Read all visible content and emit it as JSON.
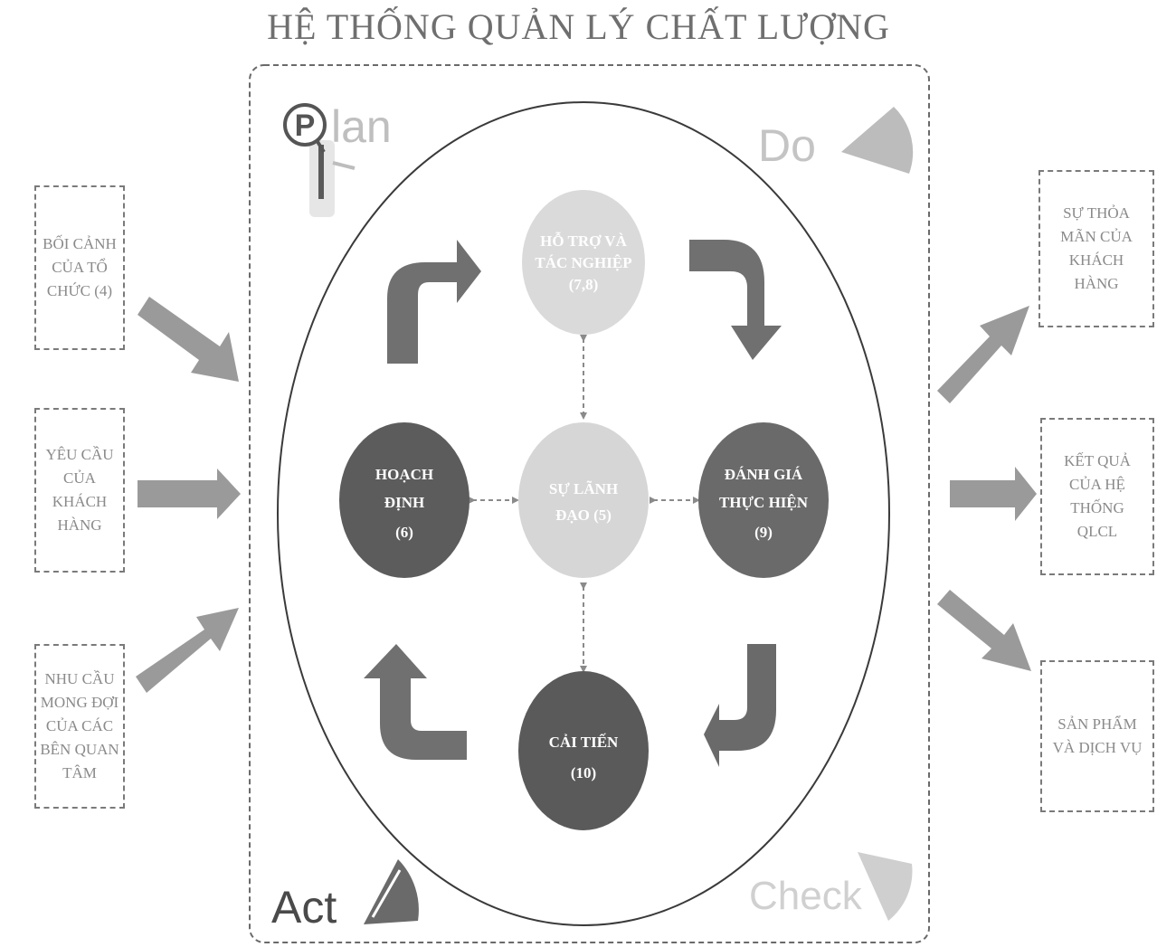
{
  "title": "HỆ THỐNG QUẢN LÝ CHẤT LƯỢNG",
  "inputs": [
    {
      "text": "BỐI CẢNH\nCỦA TỔ\nCHỨC (4)"
    },
    {
      "text": "YÊU CẦU\nCỦA\nKHÁCH\nHÀNG"
    },
    {
      "text": "NHU CẦU\nMONG ĐỢI\nCỦA CÁC\nBÊN QUAN\nTÂM"
    }
  ],
  "outputs": [
    {
      "text": "SỰ THỎA\nMÃN CỦA\nKHÁCH\nHÀNG"
    },
    {
      "text": "KẾT QUẢ\nCỦA HỆ\nTHỐNG\nQLCL"
    },
    {
      "text": "SẢN PHẨM\nVÀ DỊCH VỤ"
    }
  ],
  "phases": {
    "plan_letter": "P",
    "plan_rest": "lan",
    "do": "Do",
    "check": "Check",
    "act": "Act"
  },
  "nodes": {
    "support": [
      "HỖ TRỢ VÀ",
      "TÁC NGHIỆP",
      "(7,8)"
    ],
    "planning": [
      "HOẠCH",
      "ĐỊNH",
      "(6)"
    ],
    "leadership": [
      "SỰ LÃNH",
      "ĐẠO (5)"
    ],
    "evaluation": [
      "ĐÁNH GIÁ",
      "THỰC HIỆN",
      "(9)"
    ],
    "improvement": [
      "CẢI TIẾN",
      "(10)"
    ]
  },
  "colors": {
    "dark_node": "#5a5a5a",
    "light_node": "#d8d8d8",
    "arrow": "#6e6e6e",
    "wide_arrow": "#9a9a9a",
    "phase_text": "#c8c8c8",
    "frame": "#6a6a6a"
  }
}
